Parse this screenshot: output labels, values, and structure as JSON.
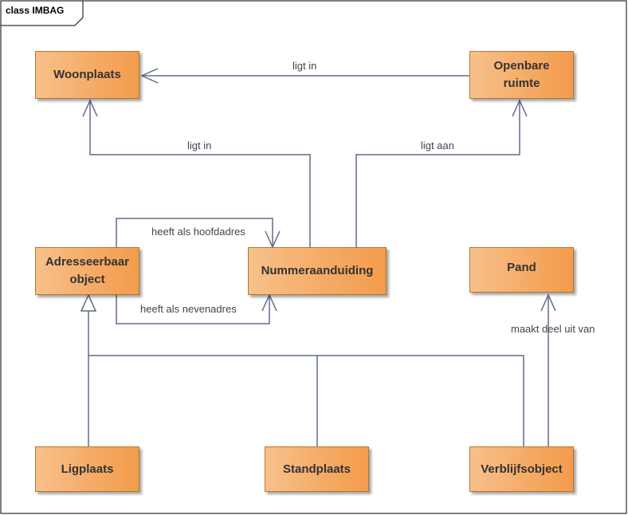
{
  "diagram": {
    "frame_title": "class IMBAG",
    "classes": {
      "woonplaats": "Woonplaats",
      "openbare_ruimte": "Openbare ruimte",
      "adresseerbaar_object": "Adresseerbaar object",
      "nummeraanduiding": "Nummeraanduiding",
      "pand": "Pand",
      "ligplaats": "Ligplaats",
      "standplaats": "Standplaats",
      "verblijfsobject": "Verblijfsobject"
    },
    "associations": {
      "openbare_ruimte_woonplaats": "ligt in",
      "nummeraanduiding_woonplaats": "ligt in",
      "nummeraanduiding_openbare_ruimte": "ligt aan",
      "hoofdadres": "heeft als hoofdadres",
      "nevenadres": "heeft als nevenadres",
      "verblijfsobject_pand": "maakt deel uit van"
    },
    "colors": {
      "class_fill_light": "#f7c18b",
      "class_fill_dark": "#f39c4c",
      "connector": "#5f6b8c"
    }
  }
}
